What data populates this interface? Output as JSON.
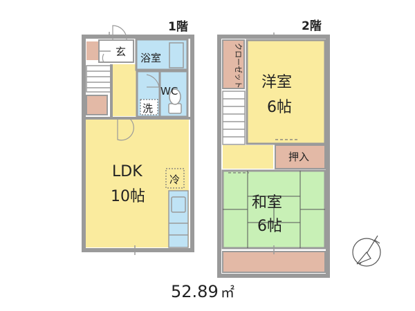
{
  "floors": {
    "first_label": "1階",
    "second_label": "2階"
  },
  "rooms_1f": {
    "entrance": "玄",
    "bath": "浴室",
    "toilet": "WC",
    "laundry": "洗",
    "ldk_name": "LDK",
    "ldk_size": "10帖",
    "fridge": "冷"
  },
  "rooms_2f": {
    "closet": "クローゼット",
    "western_name": "洋室",
    "western_size": "6帖",
    "oshiire": "押入",
    "japanese_name": "和室",
    "japanese_size": "6帖"
  },
  "area": {
    "value": "52.89",
    "unit": "㎡"
  },
  "colors": {
    "wall": "#9a9a9a",
    "ldk": "#faeb9e",
    "corridor": "#faeb9e",
    "bath": "#bfe3f5",
    "storage": "#e3b9a6",
    "tatami": "#c8f0b6",
    "western": "#faeb9e"
  },
  "icons": [
    "north-compass-icon",
    "stairs-icon",
    "door-swing-icon"
  ]
}
